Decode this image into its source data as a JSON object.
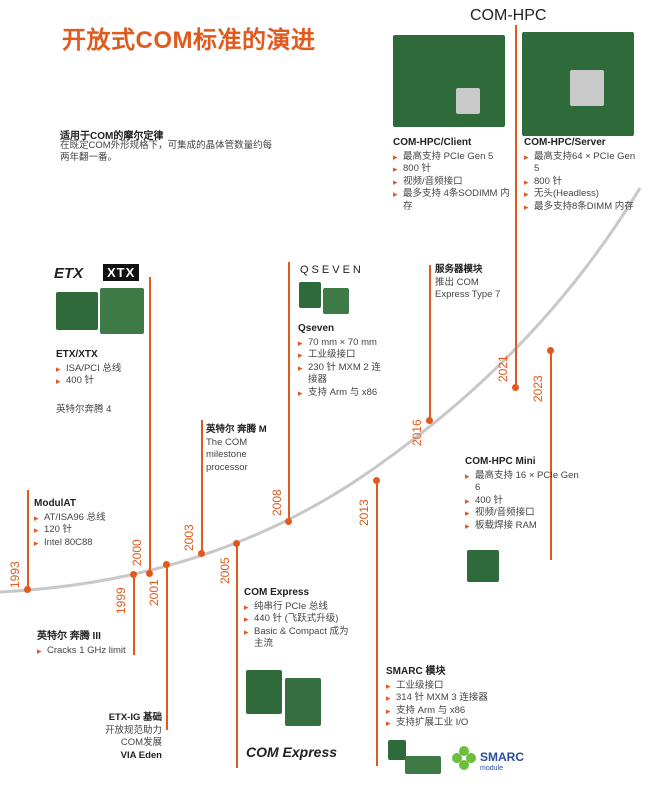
{
  "title": "开放式COM标准的演进",
  "moore": {
    "heading": "适用于COM的摩尔定律",
    "text": "在既定COM外形规格下，可集成的晶体管数量约每两年翻一番。"
  },
  "years": [
    "1993",
    "1999",
    "2000",
    "2001",
    "2003",
    "2005",
    "2008",
    "2013",
    "2016",
    "2021",
    "2023"
  ],
  "logos": {
    "etx": "ETX",
    "xtx": "XTX",
    "qseven": "QSEVEN",
    "comhpc": "COM-HPC",
    "comexpress": "COM Express",
    "smarc": "SMARC",
    "smarc_sub": "module"
  },
  "etx": {
    "heading": "ETX/XTX",
    "items": [
      "ISA/PCI 总线",
      "400 针"
    ]
  },
  "pentium4": "英特尔奔腾 4",
  "modulat": {
    "heading": "ModulAT",
    "items": [
      "AT/ISA96 总线",
      "120 针",
      "Intel 80C88"
    ]
  },
  "pentium3": {
    "heading": "英特尔 奔腾 III",
    "items": [
      "Cracks 1 GHz limit"
    ]
  },
  "etx_ig": {
    "heading": "ETX-IG 基础",
    "line1": "开放规范助力",
    "line2": "COM发展",
    "line3": "VIA Eden"
  },
  "pentium_m": {
    "heading": "英特尔 奔腾 M",
    "text": "The COM milestone processor"
  },
  "comexpress": {
    "heading": "COM Express",
    "items": [
      "纯串行 PCIe 总线",
      "440 针 (飞跃式升级)",
      "Basic & Compact 成为主流"
    ]
  },
  "qseven": {
    "heading": "Qseven",
    "items": [
      "70 mm × 70 mm",
      "工业级接口",
      "230 针 MXM 2 连接器",
      "支持 Arm 与 x86"
    ]
  },
  "server_module": {
    "heading": "服务器模块",
    "text": "推出 COM Express Type 7"
  },
  "smarc": {
    "heading": "SMARC 模块",
    "items": [
      "工业级接口",
      "314 针 MXM 3 连接器",
      "支持 Arm 与 x86",
      "支持扩展工业 I/O"
    ]
  },
  "hpc_client": {
    "heading": "COM-HPC/Client",
    "items": [
      "最高支持 PCIe Gen 5",
      "800 针",
      "视频/音频接口",
      "最多支持 4条SODIMM 内存"
    ]
  },
  "hpc_server": {
    "heading": "COM-HPC/Server",
    "items": [
      "最高支持64 × PCIe Gen 5",
      "800 针",
      "无头(Headless)",
      "最多支持8条DIMM 内存"
    ]
  },
  "hpc_mini": {
    "heading": "COM-HPC Mini",
    "items": [
      "最高支持 16 × PCIe Gen 6",
      "400 针",
      "视频/音频接口",
      "板载焊接 RAM"
    ]
  },
  "colors": {
    "accent": "#e05a1e",
    "curve": "#c8c8c8",
    "board": "#2e6a3a"
  }
}
